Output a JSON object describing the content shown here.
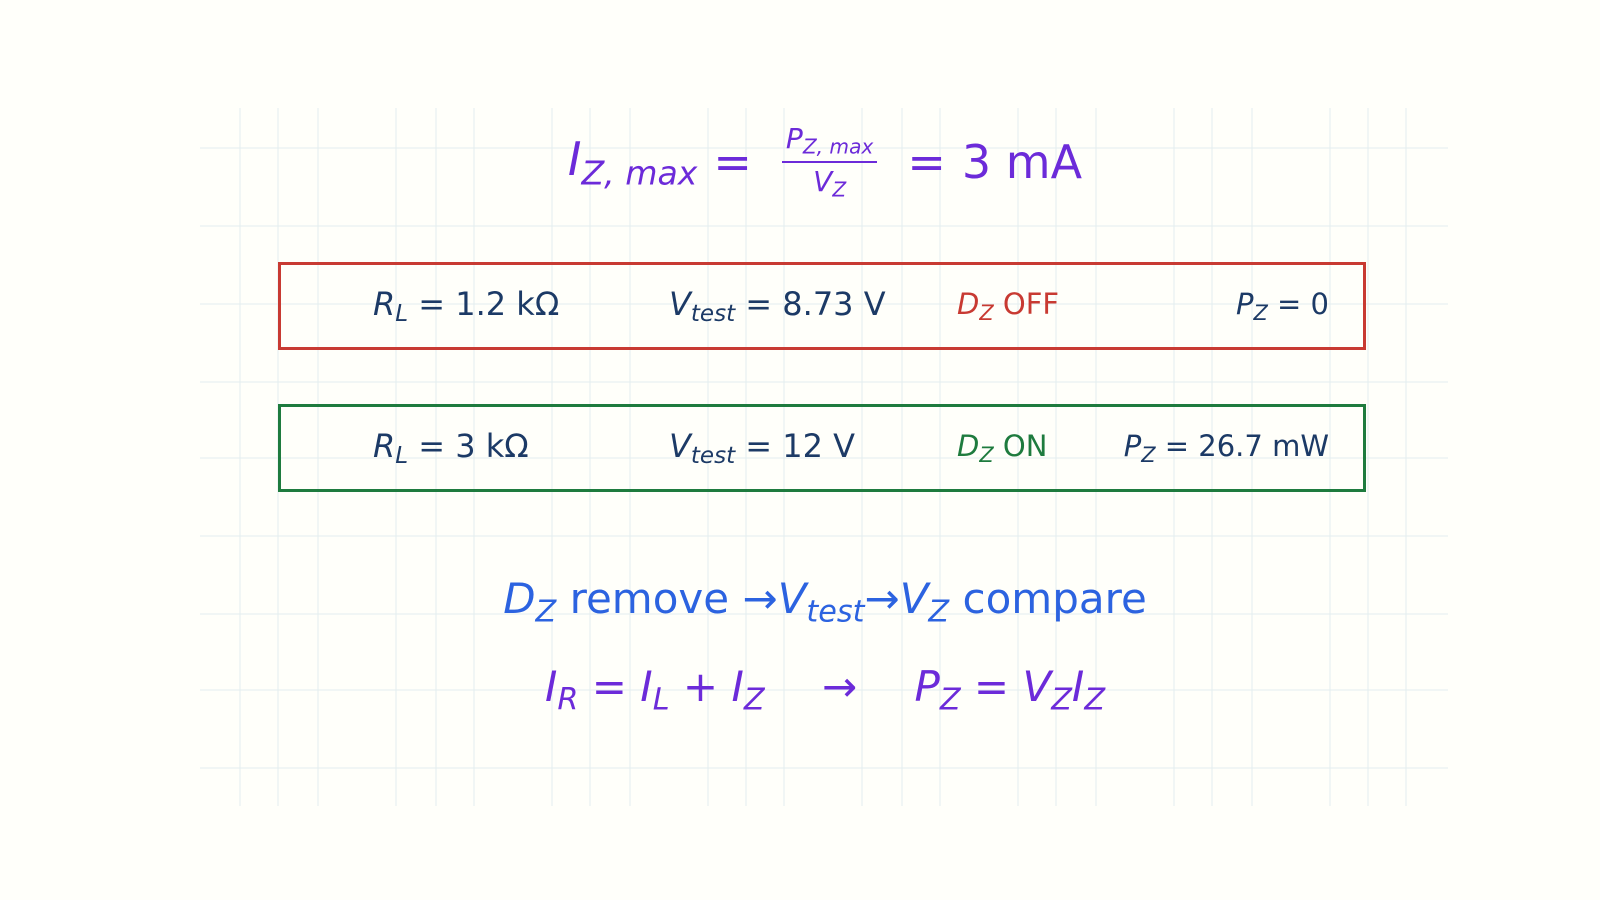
{
  "title": {
    "lhs_main": "I",
    "lhs_sub": "Z, max",
    "equals": "=",
    "num_main": "P",
    "num_sub": "Z, max",
    "den_main": "V",
    "den_sub": "Z",
    "equals2": "=",
    "result": "3 mA"
  },
  "cases": [
    {
      "rl_main": "R",
      "rl_sub": "L",
      "rl_value": "= 1.2 kΩ",
      "vt_main": "V",
      "vt_sub": "test",
      "vt_value": "= 8.73 V",
      "dz_main": "D",
      "dz_sub": "Z",
      "dz_state": "OFF",
      "pz_main": "P",
      "pz_sub": "Z",
      "pz_value": "= 0"
    },
    {
      "rl_main": "R",
      "rl_sub": "L",
      "rl_value": "= 3 kΩ",
      "vt_main": "V",
      "vt_sub": "test",
      "vt_value": "= 12 V",
      "dz_main": "D",
      "dz_sub": "Z",
      "dz_state": "ON",
      "pz_main": "P",
      "pz_sub": "Z",
      "pz_value": "= 26.7 mW"
    }
  ],
  "note": {
    "d_main": "D",
    "d_sub": "Z",
    "word1": "remove",
    "arrow1": "→",
    "v_main": "V",
    "v_sub": "test",
    "arrow2": "→",
    "vz_main": "V",
    "vz_sub": "Z",
    "word2": "compare"
  },
  "relation": {
    "ir_main": "I",
    "ir_sub": "R",
    "eq1": "=",
    "il_main": "I",
    "il_sub": "L",
    "plus": "+",
    "iz_main": "I",
    "iz_sub": "Z",
    "arrow": "→",
    "pz_main": "P",
    "pz_sub": "Z",
    "eq2": "=",
    "vz_main": "V",
    "vz_sub": "Z",
    "iz2_main": "I",
    "iz2_sub": "Z"
  },
  "colors": {
    "formula": "#6c2bd9",
    "off": "#c83a32",
    "on": "#1e7b3e",
    "value_text": "#1c3a66",
    "note": "#2c63e0",
    "grid": "#e3eef0"
  }
}
